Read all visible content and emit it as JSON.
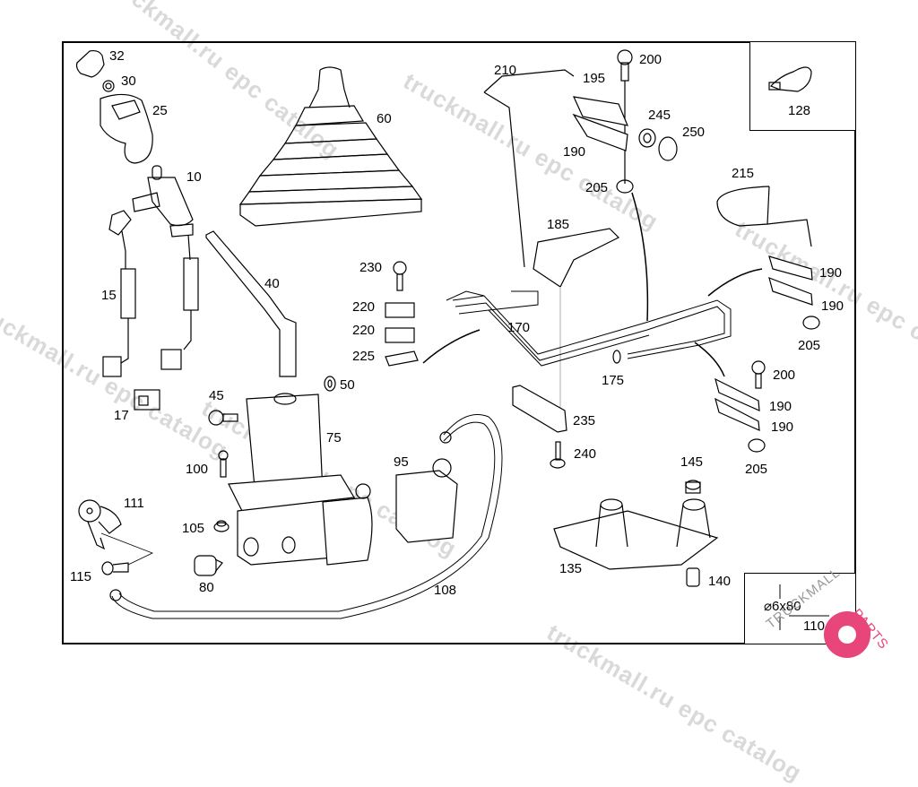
{
  "diagram": {
    "title": "Gear shift linkage exploded parts diagram",
    "labels": [
      {
        "id": "32",
        "text": "32"
      },
      {
        "id": "30",
        "text": "30"
      },
      {
        "id": "25",
        "text": "25"
      },
      {
        "id": "10",
        "text": "10"
      },
      {
        "id": "60",
        "text": "60"
      },
      {
        "id": "15",
        "text": "15"
      },
      {
        "id": "40",
        "text": "40"
      },
      {
        "id": "17",
        "text": "17"
      },
      {
        "id": "45",
        "text": "45"
      },
      {
        "id": "50",
        "text": "50"
      },
      {
        "id": "75",
        "text": "75"
      },
      {
        "id": "100",
        "text": "100"
      },
      {
        "id": "111",
        "text": "111"
      },
      {
        "id": "105",
        "text": "105"
      },
      {
        "id": "115",
        "text": "115"
      },
      {
        "id": "80",
        "text": "80"
      },
      {
        "id": "95",
        "text": "95"
      },
      {
        "id": "108",
        "text": "108"
      },
      {
        "id": "210",
        "text": "210"
      },
      {
        "id": "195",
        "text": "195"
      },
      {
        "id": "200a",
        "text": "200"
      },
      {
        "id": "245",
        "text": "245"
      },
      {
        "id": "250",
        "text": "250"
      },
      {
        "id": "190a",
        "text": "190"
      },
      {
        "id": "205a",
        "text": "205"
      },
      {
        "id": "185",
        "text": "185"
      },
      {
        "id": "230",
        "text": "230"
      },
      {
        "id": "220a",
        "text": "220"
      },
      {
        "id": "220b",
        "text": "220"
      },
      {
        "id": "225",
        "text": "225"
      },
      {
        "id": "170",
        "text": "170"
      },
      {
        "id": "175",
        "text": "175"
      },
      {
        "id": "235",
        "text": "235"
      },
      {
        "id": "240",
        "text": "240"
      },
      {
        "id": "215",
        "text": "215"
      },
      {
        "id": "190b",
        "text": "190"
      },
      {
        "id": "190c",
        "text": "190"
      },
      {
        "id": "205b",
        "text": "205"
      },
      {
        "id": "200b",
        "text": "200"
      },
      {
        "id": "190d",
        "text": "190"
      },
      {
        "id": "190e",
        "text": "190"
      },
      {
        "id": "205c",
        "text": "205"
      },
      {
        "id": "145",
        "text": "145"
      },
      {
        "id": "135",
        "text": "135"
      },
      {
        "id": "140",
        "text": "140"
      }
    ],
    "inset_top_right": {
      "part": "128"
    },
    "inset_bottom_right": {
      "dimension": "⌀6x80",
      "part": "110"
    }
  },
  "watermarks": {
    "catalog": "truckmall.ru epc catalog",
    "logo_left": "TRUCKMALL",
    "logo_right": "PARTS",
    "logo_color": "#e8457a"
  }
}
